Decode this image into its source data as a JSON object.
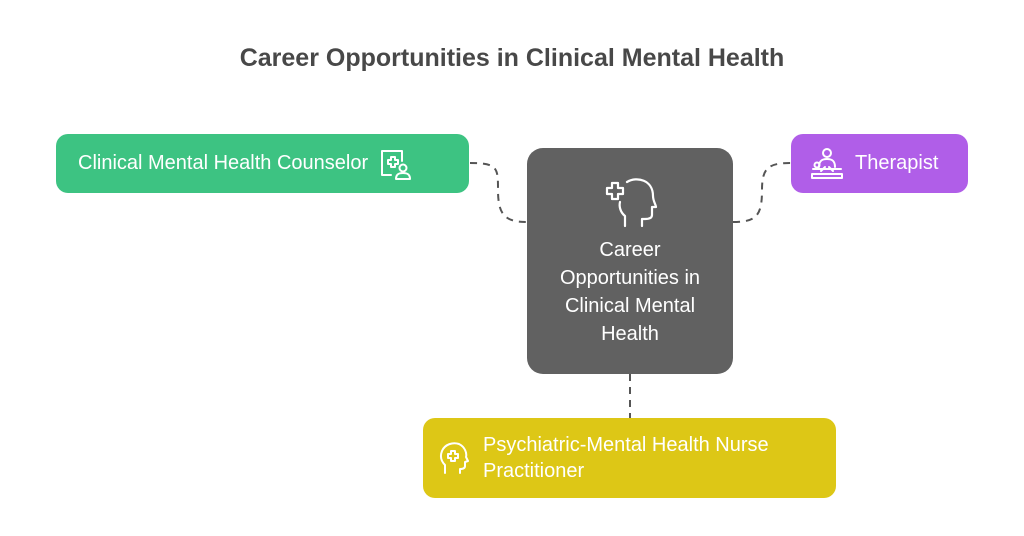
{
  "title": "Career Opportunities in Clinical Mental Health",
  "center": {
    "label": "Career Opportunities in Clinical Mental Health",
    "icon": "head-plus-icon",
    "color": "#616161"
  },
  "nodes": {
    "counselor": {
      "label": "Clinical Mental Health Counselor",
      "icon": "medical-person-icon",
      "color": "#3dc382"
    },
    "therapist": {
      "label": "Therapist",
      "icon": "therapy-session-icon",
      "color": "#b05ee8"
    },
    "nurse": {
      "label": "Psychiatric-Mental Health Nurse Practitioner",
      "icon": "head-plus-icon",
      "color": "#ddc716"
    }
  }
}
